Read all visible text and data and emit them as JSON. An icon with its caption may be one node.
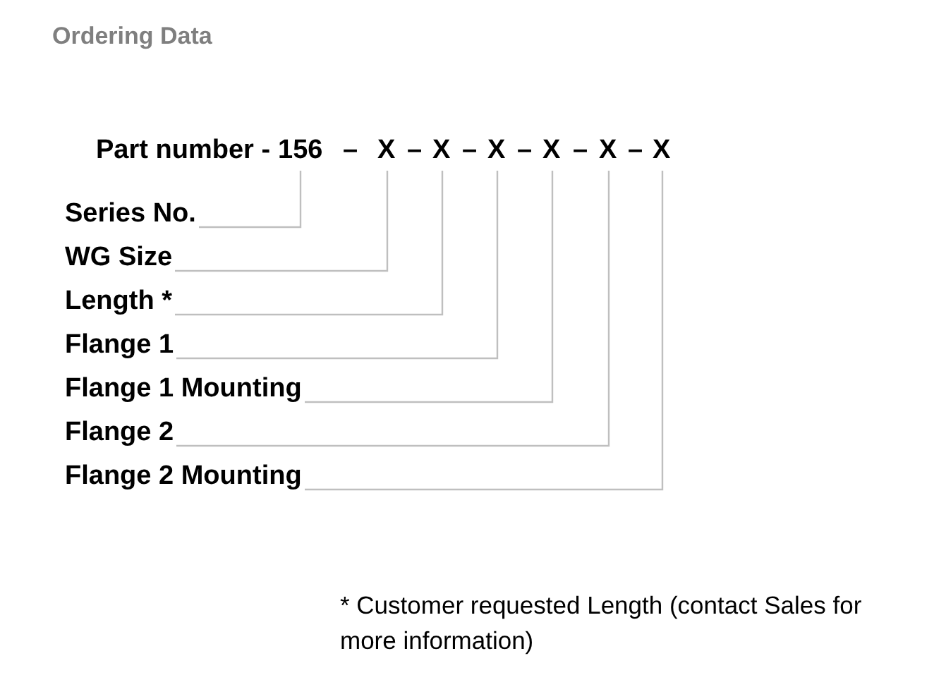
{
  "diagram": {
    "title": "Ordering Data",
    "nodes": [
      {
        "text": [
          "156"
        ]
      },
      {
        "text": [
          "X"
        ]
      },
      {
        "text": [
          "X"
        ]
      },
      {
        "text": [
          "X"
        ]
      },
      {
        "text": [
          "X"
        ]
      },
      {
        "text": [
          "X"
        ]
      },
      {
        "text": [
          "X"
        ]
      },
      {
        "text": [
          "Series No."
        ]
      },
      {
        "text": [
          "WG Size"
        ]
      },
      {
        "text": [
          "Length *"
        ]
      },
      {
        "text": [
          "Flange 1"
        ]
      },
      {
        "text": [
          "Flange 1 Mounting"
        ]
      },
      {
        "text": [
          "Flange 2"
        ]
      },
      {
        "text": [
          "Flange 2 Mounting"
        ]
      }
    ],
    "edges": [
      {
        "from": 7,
        "to": 0,
        "arrow": "none"
      },
      {
        "from": 8,
        "to": 1,
        "arrow": "none"
      },
      {
        "from": 9,
        "to": 2,
        "arrow": "none"
      },
      {
        "from": 10,
        "to": 3,
        "arrow": "none"
      },
      {
        "from": 11,
        "to": 4,
        "arrow": "none"
      },
      {
        "from": 12,
        "to": 5,
        "arrow": "none"
      },
      {
        "from": 13,
        "to": 6,
        "arrow": "none"
      }
    ],
    "labels": [
      "Part number -",
      "–",
      "–",
      "–",
      "–",
      "–",
      "–",
      "* Customer requested Length (contact Sales for more information)"
    ]
  }
}
